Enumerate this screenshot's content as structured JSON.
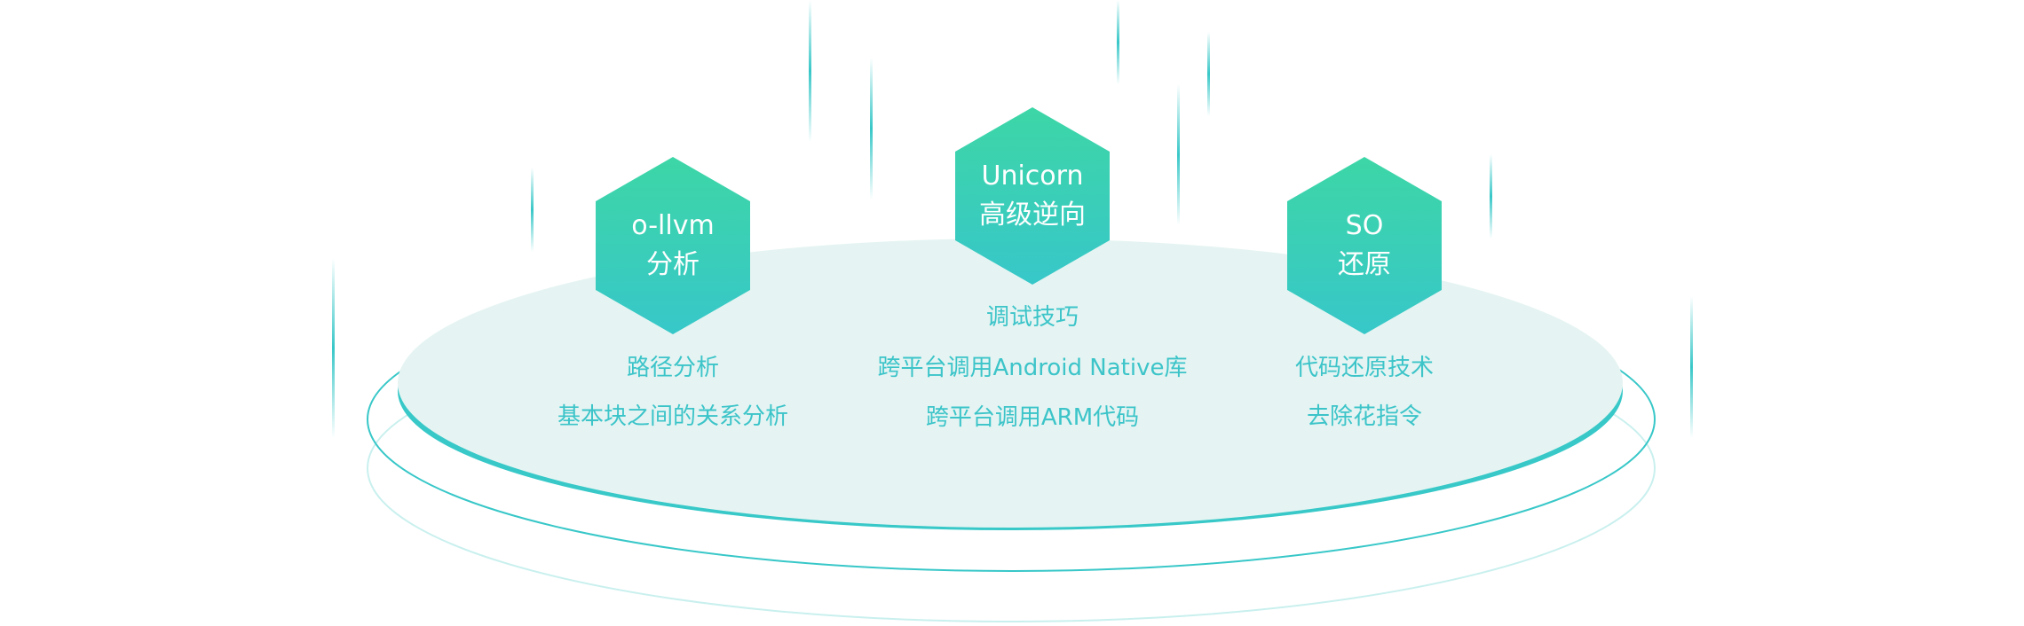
{
  "colors": {
    "accent": "#38c7c8",
    "hex_top": "#3dd6a6",
    "hex_bottom": "#37c7c9",
    "platform": "#e5f4f2",
    "text": "#3cc4c9"
  },
  "nodes": [
    {
      "title": "o-llvm",
      "subtitle": "分析",
      "items": [
        "路径分析",
        "基本块之间的关系分析"
      ]
    },
    {
      "title": "Unicorn",
      "subtitle": "高级逆向",
      "items": [
        "调试技巧",
        "跨平台调用Android Native库",
        "跨平台调用ARM代码"
      ]
    },
    {
      "title": "SO",
      "subtitle": "还原",
      "items": [
        "代码还原技术",
        "去除花指令"
      ]
    }
  ]
}
